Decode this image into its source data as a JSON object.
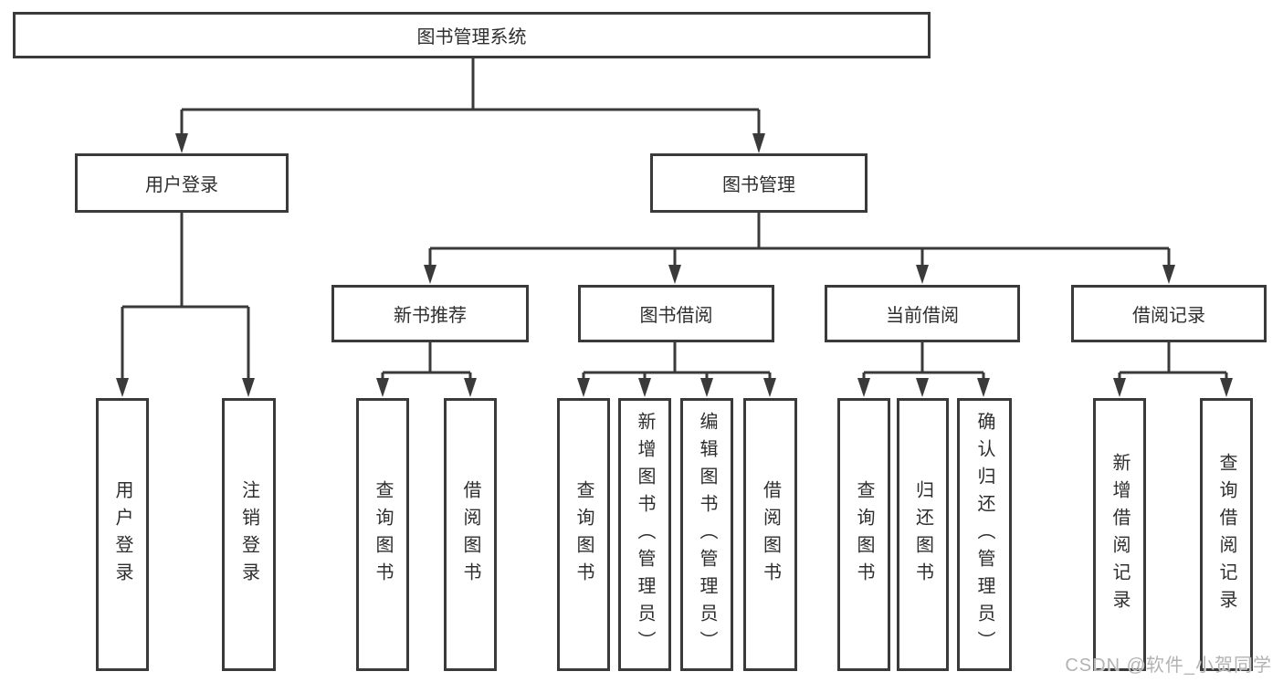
{
  "tree": {
    "label": "图书管理系统",
    "children": [
      {
        "label": "用户登录",
        "children": [
          {
            "label": "用户登录"
          },
          {
            "label": "注销登录"
          }
        ]
      },
      {
        "label": "图书管理",
        "children": [
          {
            "label": "新书推荐",
            "children": [
              {
                "label": "查询图书"
              },
              {
                "label": "借阅图书"
              }
            ]
          },
          {
            "label": "图书借阅",
            "children": [
              {
                "label": "查询图书"
              },
              {
                "label": "新增图书（管理员）"
              },
              {
                "label": "编辑图书（管理员）"
              },
              {
                "label": "借阅图书"
              }
            ]
          },
          {
            "label": "当前借阅",
            "children": [
              {
                "label": "查询图书"
              },
              {
                "label": "归还图书"
              },
              {
                "label": "确认归还（管理员）"
              }
            ]
          },
          {
            "label": "借阅记录",
            "children": [
              {
                "label": "新增借阅记录"
              },
              {
                "label": "查询借阅记录"
              }
            ]
          }
        ]
      }
    ]
  },
  "watermark": "CSDN @软件_小贺同学",
  "colors": {
    "line": "#3a3a3a",
    "text": "#2e2e2e",
    "background": "#ffffff",
    "watermark": "#b3b3b3"
  }
}
